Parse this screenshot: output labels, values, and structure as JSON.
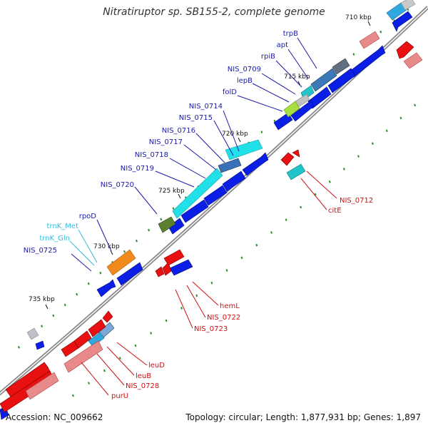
{
  "title": "Nitratiruptor sp. SB155-2, complete genome",
  "footer": {
    "accession": "Accession: NC_009662",
    "summary": "Topology: circular; Length: 1,877,931 bp; Genes: 1,897"
  },
  "colors": {
    "backbone": "#8a8a8a",
    "tick": "#2e8b2e",
    "forward": "#0a1ee6",
    "reverse": "#e81010",
    "label_forward": "#1a1aa6",
    "label_reverse": "#cc1111",
    "label_rna": "#33bbdd"
  },
  "scale_labels": [
    "710 kbp",
    "715 kbp",
    "720 kbp",
    "725 kbp",
    "730 kbp",
    "735 kbp"
  ],
  "forward_labels": [
    "trpB",
    "apt",
    "rpiB",
    "NIS_0709",
    "lepB",
    "folD",
    "NIS_0714",
    "NIS_0715",
    "NIS_0716",
    "NIS_0717",
    "NIS_0718",
    "NIS_0719",
    "NIS_0720",
    "rpoD",
    "NIS_0725"
  ],
  "rna_labels": [
    "trnK_Met",
    "trnK_Gln"
  ],
  "reverse_labels": [
    "NIS_0712",
    "citE",
    "hemL",
    "NIS_0722",
    "NIS_0723",
    "leuD",
    "leuB",
    "NIS_0728",
    "purU"
  ]
}
